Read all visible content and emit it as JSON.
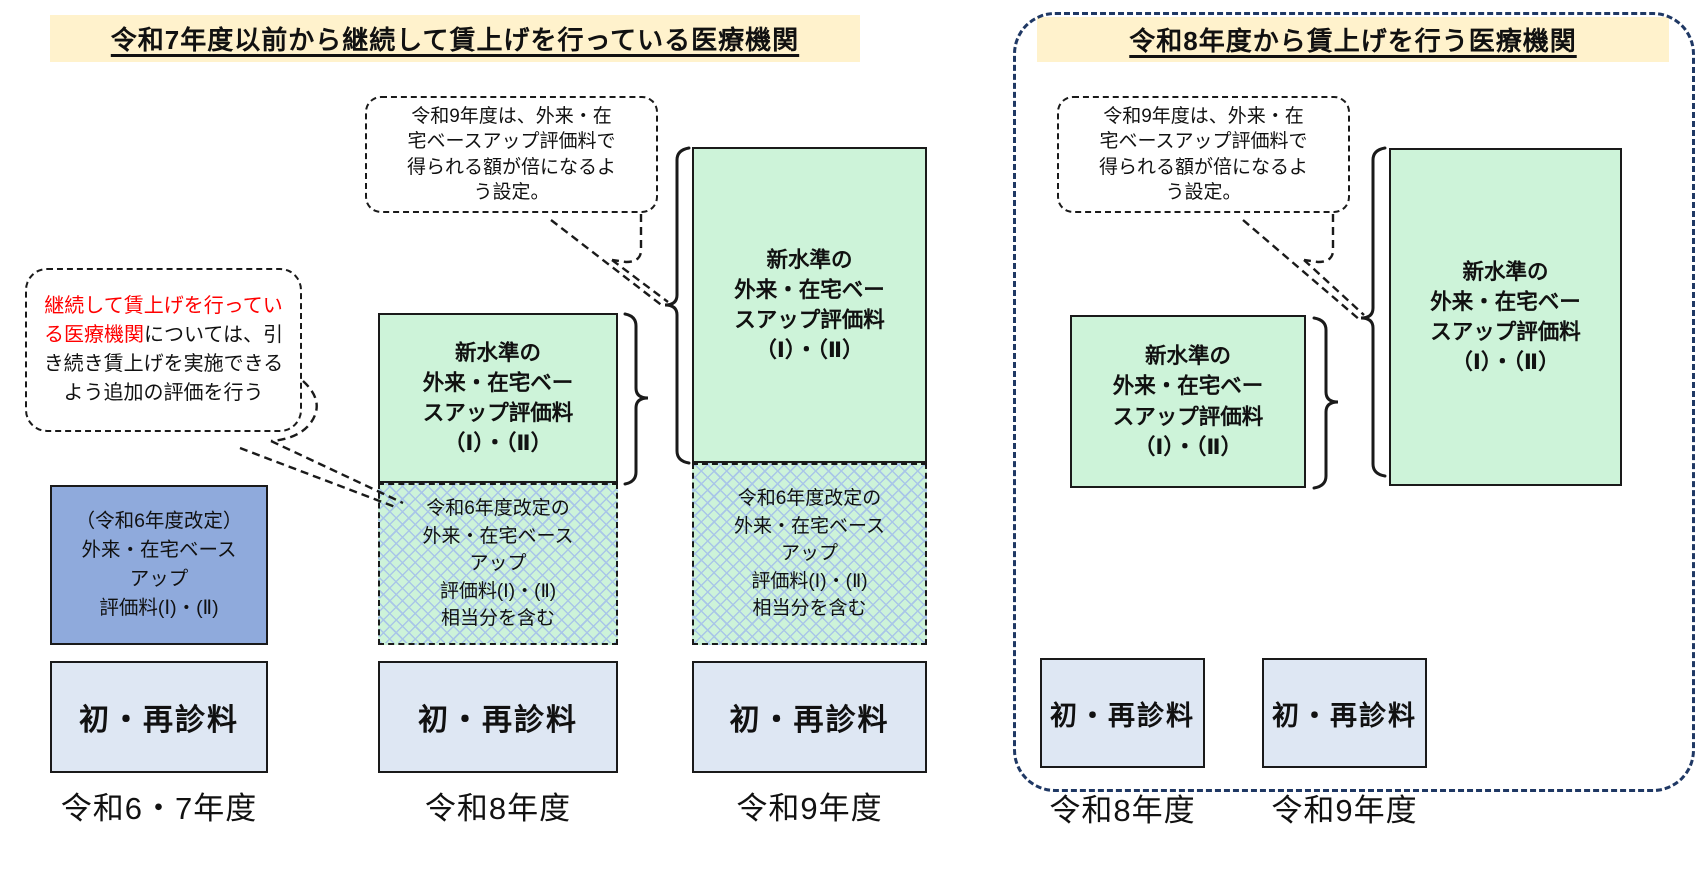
{
  "colors": {
    "title_bg": "#FFF2CC",
    "green_box": "#CDF3D9",
    "blue_box": "#8FAADC",
    "base_box": "#DEE7F3",
    "hatch_line": "#A9C6E8",
    "container_dash": "#1F3864",
    "highlight_red": "#FF0000"
  },
  "left": {
    "title": "令和7年度以前から継続して賃上げを行っている医療機関",
    "callout_double": {
      "lines": [
        "令和9年度は、外来・在",
        "宅ベースアップ評価料で",
        "得られる額が倍になるよ",
        "う設定。"
      ]
    },
    "callout_continue": {
      "red": "継続して賃上げを行っている医療機関",
      "black": "については、引き続き賃上げを実施できるよう追加の評価を行う"
    },
    "columns": [
      {
        "year": "令和6・7年度",
        "top_box_lines": [
          "（令和6年度改定）",
          "外来・在宅ベース",
          "アップ",
          "評価料(Ⅰ)・(Ⅱ)"
        ],
        "base": "初・再診料"
      },
      {
        "year": "令和8年度",
        "green_lines": [
          "新水準の",
          "外来・在宅ベー",
          "スアップ評価料",
          "（Ⅰ）・（Ⅱ）"
        ],
        "hatch_lines": [
          "令和6年度改定の",
          "外来・在宅ベース",
          "アップ",
          "評価料(Ⅰ)・(Ⅱ)",
          "相当分を含む"
        ],
        "base": "初・再診料"
      },
      {
        "year": "令和9年度",
        "green_lines": [
          "新水準の",
          "外来・在宅ベー",
          "スアップ評価料",
          "（Ⅰ）・（Ⅱ）"
        ],
        "hatch_lines": [
          "令和6年度改定の",
          "外来・在宅ベース",
          "アップ",
          "評価料(Ⅰ)・(Ⅱ)",
          "相当分を含む"
        ],
        "base": "初・再診料"
      }
    ]
  },
  "right": {
    "title": "令和8年度から賃上げを行う医療機関",
    "callout_double": {
      "lines": [
        "令和9年度は、外来・在",
        "宅ベースアップ評価料で",
        "得られる額が倍になるよ",
        "う設定。"
      ]
    },
    "columns": [
      {
        "year": "令和8年度",
        "green_lines": [
          "新水準の",
          "外来・在宅ベー",
          "スアップ評価料",
          "（Ⅰ）・（Ⅱ）"
        ],
        "base": "初・再診料"
      },
      {
        "year": "令和9年度",
        "green_lines": [
          "新水準の",
          "外来・在宅ベー",
          "スアップ評価料",
          "（Ⅰ）・（Ⅱ）"
        ],
        "base": "初・再診料"
      }
    ]
  }
}
